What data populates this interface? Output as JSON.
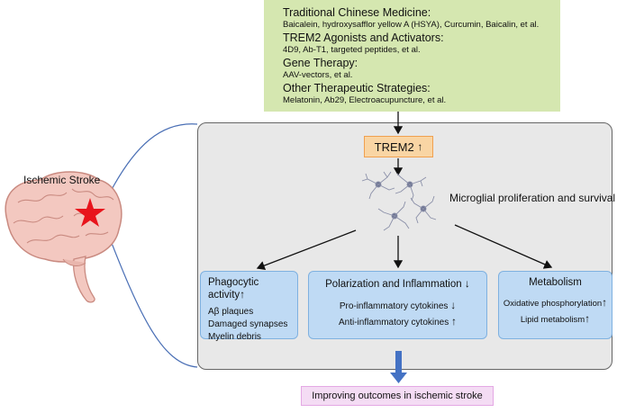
{
  "therapies": {
    "tcm_heading": "Traditional Chinese Medicine:",
    "tcm_items": "Baicalein, hydroxysafflor yellow A (HSYA), Curcumin, Baicalin, et al.",
    "agonists_heading": "TREM2 Agonists and Activators:",
    "agonists_items": "4D9, Ab-T1, targeted peptides, et al.",
    "gene_heading": "Gene Therapy:",
    "gene_items": "AAV-vectors, et al.",
    "other_heading": "Other Therapeutic Strategies:",
    "other_items": "Melatonin, Ab29, Electroacupuncture, et al."
  },
  "trem2": {
    "label": "TREM2",
    "arrow": "↑"
  },
  "microglia_label": "Microglial proliferation and survival",
  "stroke_label": "Ischemic Stroke",
  "phagocytic": {
    "title": "Phagocytic activity",
    "arrow": "↑",
    "items": [
      "Aβ plaques",
      "Damaged synapses",
      "Myelin debris"
    ]
  },
  "polarization": {
    "title": "Polarization and Inflammation",
    "arrow": "↓",
    "pro": "Pro-inflammatory cytokines",
    "pro_arrow": "↓",
    "anti": "Anti-inflammatory cytokines",
    "anti_arrow": "↑"
  },
  "metabolism": {
    "title": "Metabolism",
    "oxphos": "Oxidative phosphorylation",
    "oxphos_arrow": "↑",
    "lipid": "Lipid metabolism",
    "lipid_arrow": "↑"
  },
  "outcome": "Improving outcomes in ischemic stroke",
  "colors": {
    "therapy_bg": "#d5e7b0",
    "panel_bg": "#e8e8e8",
    "trem2_bg": "#f9d5a4",
    "sub_bg": "#bfdaf4",
    "outcome_bg": "#f4dcf4",
    "star": "#e8141c",
    "connector": "#4a6fb5"
  }
}
